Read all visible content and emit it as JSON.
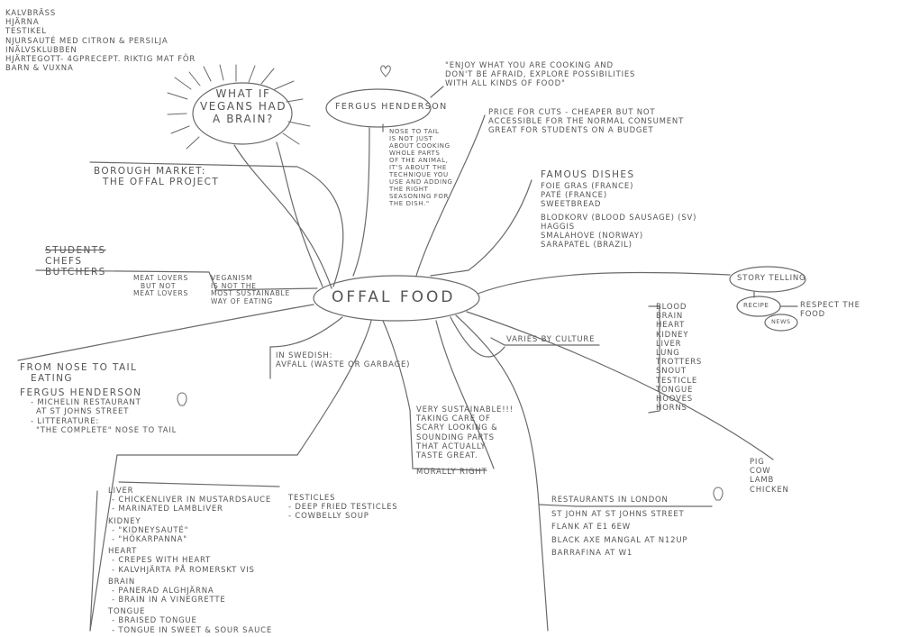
{
  "center": "OFFAL FOOD",
  "top_left_list": [
    "KALVBRÄSS",
    "HJÄRNA",
    "TESTIKEL",
    "NJURSAUTÉ MED CITRON & PERSILJA",
    "INÄLVSKLUBBEN",
    "HJÄRTEGOTT- 4GPRECEPT. RIKTIG MAT FÖR",
    "BARN & VUXNA"
  ],
  "sun_text": [
    "WHAT IF",
    "VEGANS HAD",
    "A BRAIN?"
  ],
  "fergus": {
    "name": "FERGUS HENDERSON",
    "quote": [
      "\"ENJOY WHAT YOU ARE COOKING AND",
      "DON'T BE AFRAID, EXPLORE POSSIBILITIES",
      "WITH ALL KINDS OF FOOD\""
    ],
    "note": [
      "NOSE TO TAIL",
      "IS NOT JUST",
      "ABOUT COOKING",
      "WHOLE PARTS",
      "OF THE ANIMAL,",
      "IT'S ABOUT THE",
      "TECHNIQUE YOU",
      "USE AND ADDING",
      "THE RIGHT",
      "SEASONING FOR",
      "THE DISH.\""
    ]
  },
  "price": [
    "PRICE FOR CUTS - CHEAPER BUT NOT",
    "ACCESSIBLE FOR THE NORMAL CONSUMENT",
    "GREAT FOR STUDENTS ON A BUDGET"
  ],
  "borough": [
    "BOROUGH MARKET:",
    "THE OFFAL PROJECT"
  ],
  "famous": {
    "title": "FAMOUS DISHES",
    "items": [
      "FOIE GRAS (FRANCE)",
      "PATÉ (FRANCE)",
      "SWEETBREAD",
      "BLODKORV (BLOOD SAUSAGE) (SV)",
      "HAGGIS",
      "SMALAHOVE (NORWAY)",
      "SARAPATEL (BRAZIL)"
    ]
  },
  "people": [
    "STUDENTS",
    "CHEFS",
    "BUTCHERS"
  ],
  "meat_lovers": [
    "MEAT LOVERS",
    "BUT NOT",
    "MEAT LOVERS"
  ],
  "veganism": [
    "VEGANISM",
    "IS NOT THE",
    "MOST SUSTAINABLE",
    "WAY OF EATING"
  ],
  "storytelling": "STORY TELLING",
  "recipe": "RECIPE",
  "news": "NEWS",
  "respect": [
    "RESPECT THE",
    "FOOD"
  ],
  "parts": [
    "BLOOD",
    "BRAIN",
    "HEART",
    "KIDNEY",
    "LIVER",
    "LUNG",
    "TROTTERS",
    "SNOUT",
    "TESTICLE",
    "TONGUE",
    "HOOVES",
    "HORNS"
  ],
  "varies": "VARIES BY CULTURE",
  "swedish": [
    "IN SWEDISH:",
    "AVFALL (WASTE OR GARBAGE)"
  ],
  "nose_to_tail": [
    "FROM NOSE TO TAIL",
    "EATING",
    "FERGUS HENDERSON",
    "- MICHELIN RESTAURANT",
    "AT ST JOHNS STREET",
    "- LITTERATURE:",
    "\"THE COMPLETE\" NOSE TO TAIL"
  ],
  "sustainable": [
    "VERY SUSTAINABLE!!!",
    "TAKING CARE OF",
    "SCARY LOOKING &",
    "SOUNDING PARTS",
    "THAT ACTUALLY",
    "TASTE GREAT.",
    "MORALLY RIGHT"
  ],
  "animals": [
    "PIG",
    "COW",
    "LAMB",
    "CHICKEN"
  ],
  "recipes_list": [
    "LIVER",
    "- CHICKENLIVER IN MUSTARDSAUCE",
    "- MARINATED LAMBLIVER",
    "KIDNEY",
    "- \"KIDNEYSAUTÉ\"",
    "- \"HÖKARPANNA\"",
    "HEART",
    "- CREPES WITH HEART",
    "- KALVHJÄRTA PÅ ROMERSKT VIS",
    "BRAIN",
    "- PANERAD ALGHJÄRNA",
    "- BRAIN IN A VINEGRETTE",
    "TONGUE",
    "- BRAISED TONGUE",
    "- TONGUE IN SWEET & SOUR SAUCE"
  ],
  "testicles": [
    "TESTICLES",
    "- DEEP FRIED TESTICLES",
    "- COWBELLY SOUP"
  ],
  "restaurants": {
    "title": "RESTAURANTS IN LONDON",
    "items": [
      "ST JOHN AT ST JOHNS STREET",
      "FLANK AT E1 6EW",
      "BLACK AXE MANGAL AT N12UP",
      "BARRAFINA AT W1"
    ]
  },
  "colors": {
    "ink": "#555555",
    "line": "#6a6a6a",
    "paper": "#ffffff"
  }
}
